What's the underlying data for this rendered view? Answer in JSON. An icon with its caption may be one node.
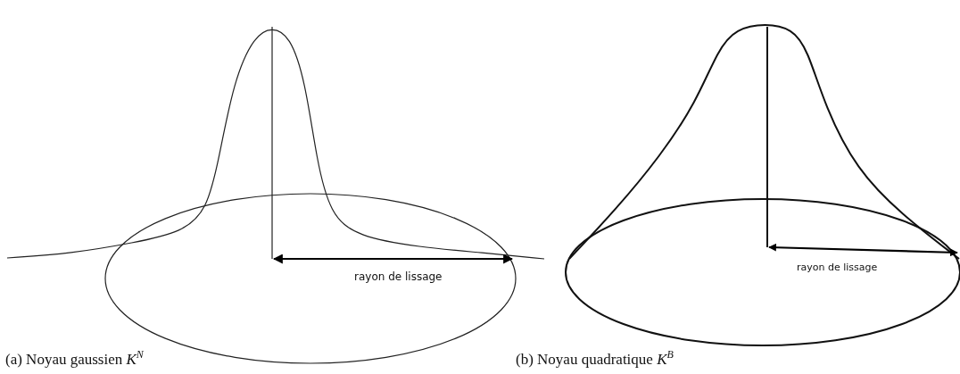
{
  "diagram": {
    "labels": [
      "rayon de lissage",
      "rayon de lissage",
      "(a) Noyau gaussien *K*$^{N}$",
      "(b) Noyau quadratique *K*$^{B}$"
    ]
  }
}
